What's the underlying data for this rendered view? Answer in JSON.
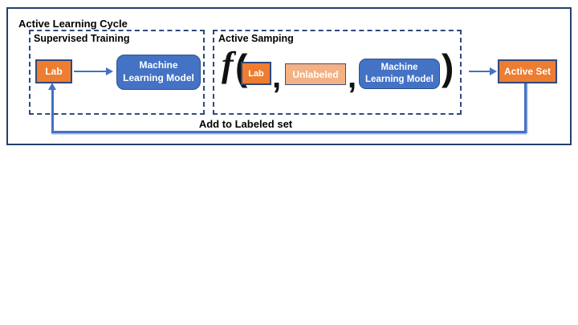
{
  "title": "Active Learning Cycle",
  "supervised": {
    "title": "Supervised Training",
    "lab_label": "Lab",
    "model_label_line1": "Machine",
    "model_label_line2": "Learning Model"
  },
  "sampling": {
    "title": "Active Samping",
    "func_symbol": "f",
    "open_paren": "(",
    "lab_label": "Lab",
    "comma1": ",",
    "unlabeled_label": "Unlabeled",
    "comma2": ",",
    "model_label_line1": "Machine",
    "model_label_line2": "Learning Model",
    "close_paren": ")"
  },
  "active_set_label": "Active Set",
  "feedback_label": "Add to Labeled set",
  "colors": {
    "orange_fill": "#ED7D31",
    "light_orange_fill": "#F4B183",
    "blue_fill": "#4472C4",
    "dark_navy_border": "#2E4A7D",
    "blue_border": "#2F528F",
    "connector_blue": "#4472C4",
    "connector_highlight": "#9DB9E4",
    "text_white": "#FFFFFF",
    "text_black": "#000000"
  }
}
